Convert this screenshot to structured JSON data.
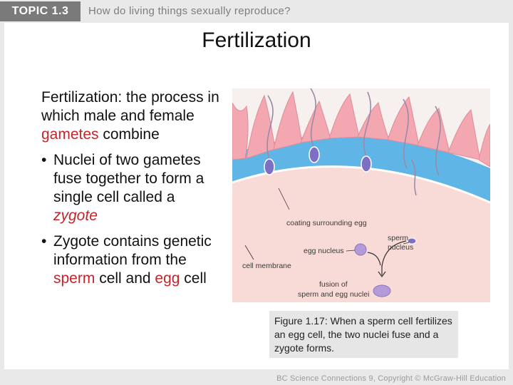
{
  "header": {
    "topic_label": "TOPIC 1.3",
    "question": "How do living things sexually reproduce?"
  },
  "slide": {
    "title": "Fertilization",
    "definition": {
      "term": "Fertilization",
      "text_1": ": the process in which male and female ",
      "highlight": "gametes",
      "text_2": " combine"
    },
    "bullets": [
      {
        "text_1": "Nuclei of two gametes fuse together to form a single cell called a ",
        "highlight": "zygote"
      },
      {
        "text_1": "Zygote contains genetic information from the ",
        "highlight_1": "sperm",
        "text_2": " cell and ",
        "highlight_2": "egg",
        "text_3": " cell"
      }
    ],
    "bullet_symbol": "•"
  },
  "figure": {
    "labels": {
      "coating": "coating surrounding egg",
      "sperm_nucleus_1": "sperm",
      "sperm_nucleus_2": "nucleus",
      "egg_nucleus": "egg nucleus",
      "cell_membrane": "cell membrane",
      "fusion_1": "fusion of",
      "fusion_2": "sperm and egg nuclei"
    },
    "caption": "Figure 1.17: When a sperm cell fertilizes an egg cell, the two nuclei fuse and a zygote forms."
  },
  "footer": {
    "credit": "BC Science Connections 9, Copyright © McGraw-Hill Education"
  },
  "colors": {
    "highlight": "#c0262c",
    "topic_tab": "#7a7a7a",
    "coating": "#5fb6e6",
    "cytoplasm": "#f8dbd6",
    "nucleus": "#b49ad8"
  }
}
